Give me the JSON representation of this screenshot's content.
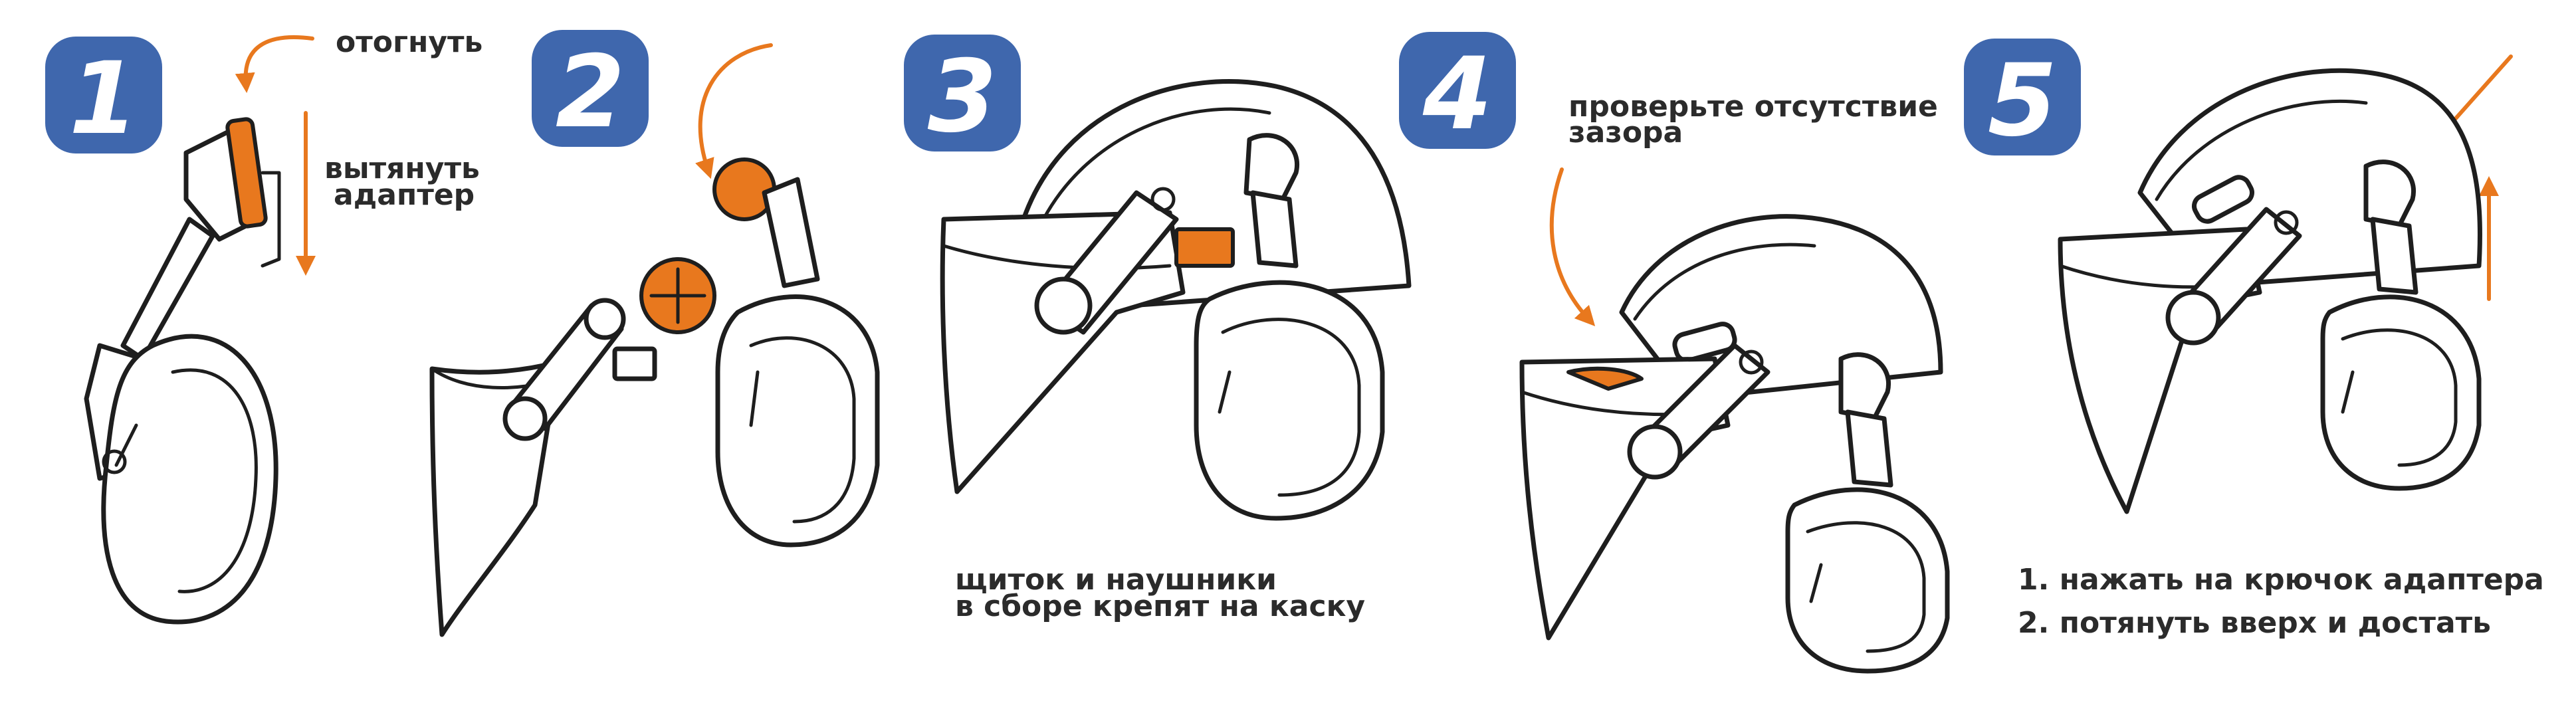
{
  "colors": {
    "badge": "#3f67ad",
    "accent": "#e8781e",
    "line": "#1e1e1e",
    "text": "#2b2b2b"
  },
  "steps": [
    {
      "number": "1",
      "notes": [
        "отогнуть",
        "вытянуть",
        "адаптер"
      ]
    },
    {
      "number": "2",
      "notes": []
    },
    {
      "number": "3",
      "notes": [
        "щиток и наушники",
        "в сборе крепят на каску"
      ]
    },
    {
      "number": "4",
      "notes": [
        "проверьте отсутствие",
        "зазора"
      ]
    },
    {
      "number": "5",
      "notes": [
        "1. нажать на крючок адаптера",
        "2. потянуть вверх и достать"
      ]
    }
  ]
}
